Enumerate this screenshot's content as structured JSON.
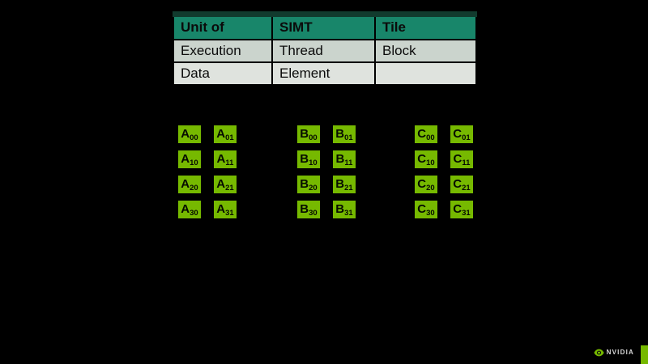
{
  "colors": {
    "background": "#000000",
    "nvidia_green": "#76b900",
    "table_header_bg": "#18866a",
    "table_header_top": "#113b2e",
    "table_row1_bg": "#cbd4cd",
    "table_row2_bg": "#dfe3de",
    "logo_text": "#d9d9d9"
  },
  "table": {
    "headers": [
      "Unit of",
      "SIMT",
      "Tile"
    ],
    "rows": [
      [
        "Execution",
        "Thread",
        "Block"
      ],
      [
        "Data",
        "Element",
        ""
      ]
    ]
  },
  "matrices": [
    {
      "letter": "A",
      "subs": [
        [
          "00",
          "01"
        ],
        [
          "10",
          "11"
        ],
        [
          "20",
          "21"
        ],
        [
          "30",
          "31"
        ]
      ]
    },
    {
      "letter": "B",
      "subs": [
        [
          "00",
          "01"
        ],
        [
          "10",
          "11"
        ],
        [
          "20",
          "21"
        ],
        [
          "30",
          "31"
        ]
      ]
    },
    {
      "letter": "C",
      "subs": [
        [
          "00",
          "01"
        ],
        [
          "10",
          "11"
        ],
        [
          "20",
          "21"
        ],
        [
          "30",
          "31"
        ]
      ]
    }
  ],
  "footer": {
    "brand": "NVIDIA"
  }
}
